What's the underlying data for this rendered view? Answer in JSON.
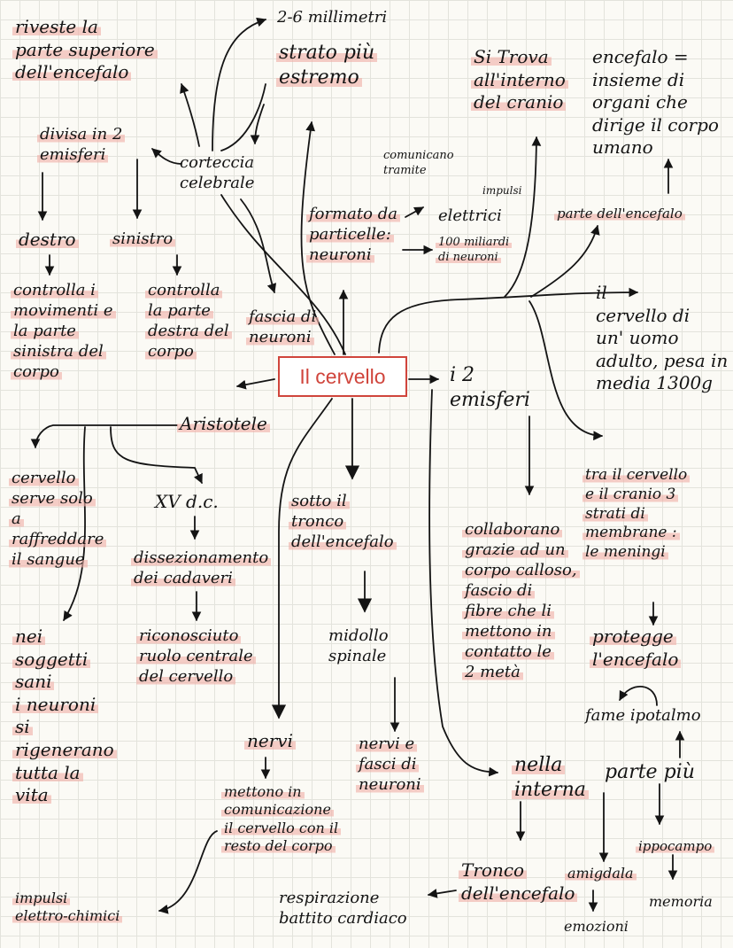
{
  "center": "Il cervello",
  "accent_color": "#d0453c",
  "highlight_color": "#f0b0a8",
  "nodes": {
    "riveste": [
      "riveste la",
      "parte superiore",
      "dell'encefalo"
    ],
    "mm": [
      "2-6 millimetri"
    ],
    "strato": [
      "strato più",
      "estremo"
    ],
    "divisa": [
      "divisa in 2",
      "emisferi"
    ],
    "corteccia": [
      "corteccia",
      "celebrale"
    ],
    "destro": [
      "destro"
    ],
    "sinistro": [
      "sinistro"
    ],
    "contr_mov": [
      "controlla i",
      "movimenti e",
      "la parte",
      "sinistra del",
      "corpo"
    ],
    "contr_dx": [
      "controlla",
      "la parte",
      "destra del",
      "corpo"
    ],
    "fascia": [
      "fascia di",
      "neuroni"
    ],
    "comunicano": [
      "comunicano",
      "tramite"
    ],
    "impulsi_small": [
      "impulsi"
    ],
    "formato": [
      "formato da",
      "particelle:",
      "neuroni"
    ],
    "elettrici": [
      "elettrici"
    ],
    "miliardi": [
      "100 miliardi",
      "di neuroni"
    ],
    "si_trova": [
      "Si Trova",
      "all'interno",
      "del cranio"
    ],
    "encefalo_def": [
      "encefalo =",
      "insieme di",
      "organi che",
      "dirige il corpo",
      "umano"
    ],
    "parte_enc": [
      "parte dell'encefalo"
    ],
    "peso": [
      "il",
      "cervello di",
      "un' uomo",
      "adulto, pesa in",
      "media 1300g"
    ],
    "emisferi": [
      "i 2",
      "emisferi"
    ],
    "aristotele": [
      "Aristotele"
    ],
    "raffreddare": [
      "cervello",
      "serve solo",
      "a",
      "raffreddare",
      "il sangue"
    ],
    "xv": [
      "XV d.c."
    ],
    "sotto": [
      "sotto il",
      "tronco",
      "dell'encefalo"
    ],
    "tra": [
      "tra il cervello",
      "e il cranio 3",
      "strati di",
      "membrane :",
      "le meningi"
    ],
    "collaborano": [
      "collaborano",
      "grazie ad un",
      "corpo calloso,",
      "fascio di",
      "fibre che li",
      "mettono in",
      "contatto le",
      "2 metà"
    ],
    "dissezionamento": [
      "dissezionamento",
      "dei cadaveri"
    ],
    "protegge": [
      "protegge",
      "l'encefalo"
    ],
    "midollo": [
      "midollo",
      "spinale"
    ],
    "riconosciuto": [
      "riconosciuto",
      "ruolo centrale",
      "del cervello"
    ],
    "soggetti": [
      "nei",
      "soggetti",
      "sani",
      "i neuroni",
      "si",
      "rigenerano",
      "tutta la",
      "vita"
    ],
    "fame": [
      "fame ipotalmo"
    ],
    "nervi": [
      "nervi"
    ],
    "nervi_fasci": [
      "nervi e",
      "fasci di",
      "neuroni"
    ],
    "nella": [
      "nella",
      "interna"
    ],
    "parte_piu": [
      "parte più"
    ],
    "mettono": [
      "mettono in",
      "comunicazione",
      "il cervello con il",
      "resto del corpo"
    ],
    "ippocampo": [
      "ippocampo"
    ],
    "tronco": [
      "Tronco",
      "dell'encefalo"
    ],
    "amigdala": [
      "amigdala"
    ],
    "memoria": [
      "memoria"
    ],
    "impulsi": [
      "impulsi",
      "elettro-chimici"
    ],
    "respirazione": [
      "respirazione",
      "battito cardiaco"
    ],
    "emozioni": [
      "emozioni"
    ]
  }
}
